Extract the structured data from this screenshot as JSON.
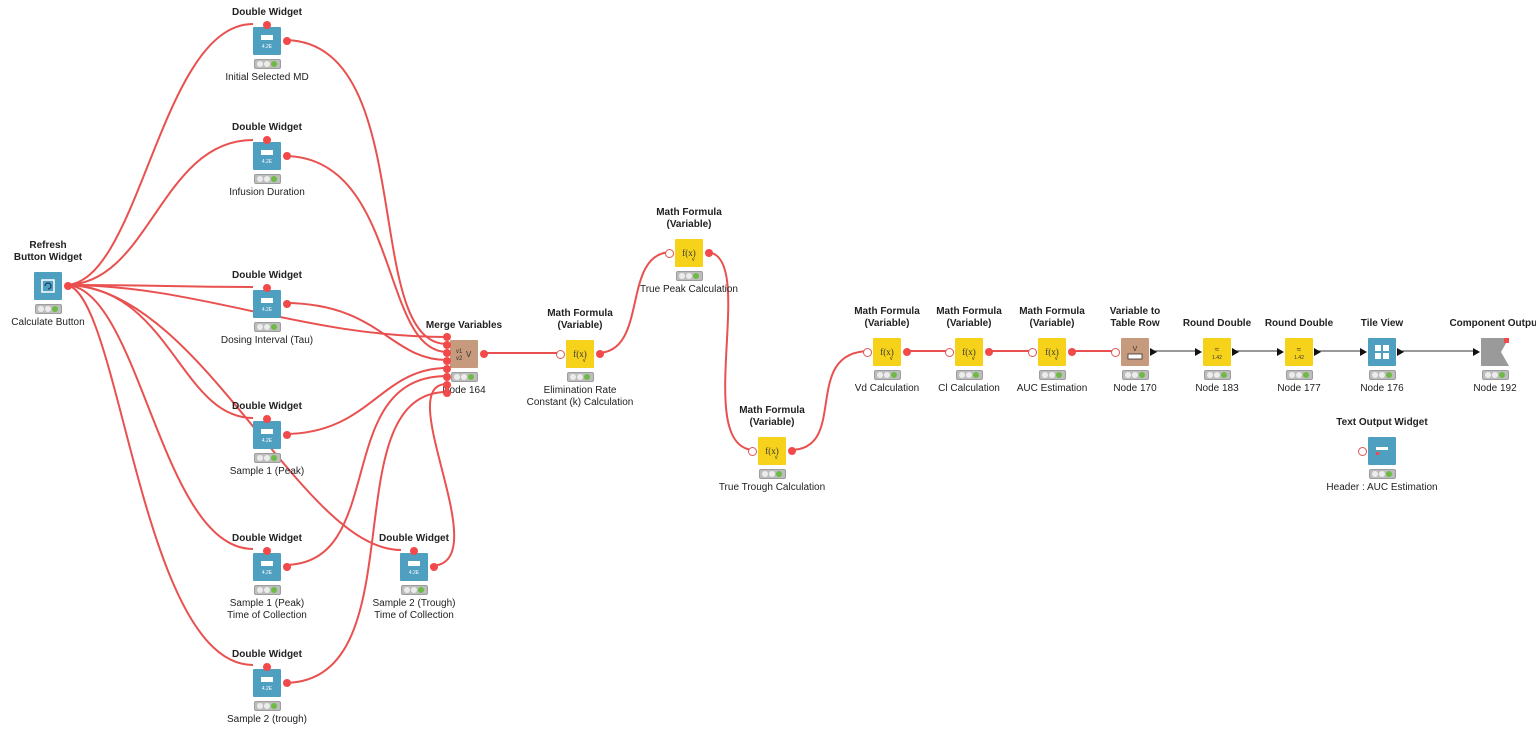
{
  "colors": {
    "flow_variable": "#e8514f",
    "data": "#333333",
    "widget": "#4f9fc0",
    "manipulator": "#f7d21a",
    "converter": "#c69a7c",
    "output": "#9a9a9a",
    "executed": "#6dbb45"
  },
  "nodes": {
    "refresh": {
      "title": "Refresh\nButton Widget",
      "label": "Calculate Button",
      "icon": "refresh-button-icon"
    },
    "dw1": {
      "title": "Double Widget",
      "label": "Initial Selected MD",
      "icon": "double-widget-icon"
    },
    "dw2": {
      "title": "Double Widget",
      "label": "Infusion Duration",
      "icon": "double-widget-icon"
    },
    "dw3": {
      "title": "Double Widget",
      "label": "Dosing Interval (Tau)",
      "icon": "double-widget-icon"
    },
    "dw4": {
      "title": "Double Widget",
      "label": "Sample 1 (Peak)",
      "icon": "double-widget-icon"
    },
    "dw5": {
      "title": "Double Widget",
      "label": "Sample 1 (Peak)\nTime of Collection",
      "icon": "double-widget-icon"
    },
    "dw6": {
      "title": "Double Widget",
      "label": "Sample 2 (trough)",
      "icon": "double-widget-icon"
    },
    "dw7": {
      "title": "Double Widget",
      "label": "Sample 2 (Trough)\nTime of Collection",
      "icon": "double-widget-icon"
    },
    "merge": {
      "title": "Merge Variables",
      "label": "Node 164",
      "icon": "merge-variables-icon"
    },
    "mf_elim": {
      "title": "Math Formula\n(Variable)",
      "label": "Elimination Rate\nConstant (k) Calculation",
      "icon": "math-formula-icon"
    },
    "mf_peak": {
      "title": "Math Formula\n(Variable)",
      "label": "True Peak Calculation",
      "icon": "math-formula-icon"
    },
    "mf_trough": {
      "title": "Math Formula\n(Variable)",
      "label": "True Trough Calculation",
      "icon": "math-formula-icon"
    },
    "mf_vd": {
      "title": "Math Formula\n(Variable)",
      "label": "Vd Calculation",
      "icon": "math-formula-icon"
    },
    "mf_cl": {
      "title": "Math Formula\n(Variable)",
      "label": "Cl Calculation",
      "icon": "math-formula-icon"
    },
    "mf_auc": {
      "title": "Math Formula\n(Variable)",
      "label": "AUC Estimation",
      "icon": "math-formula-icon"
    },
    "v2row": {
      "title": "Variable to\nTable Row",
      "label": "Node 170",
      "icon": "variable-to-row-icon"
    },
    "round1": {
      "title": "Round Double",
      "label": "Node 183",
      "icon": "round-double-icon"
    },
    "round2": {
      "title": "Round Double",
      "label": "Node 177",
      "icon": "round-double-icon"
    },
    "tile": {
      "title": "Tile View",
      "label": "Node 176",
      "icon": "tile-view-icon"
    },
    "compout": {
      "title": "Component Output",
      "label": "Node 192",
      "icon": "component-output-icon"
    },
    "textout": {
      "title": "Text Output Widget",
      "label": "Header : AUC Estimation",
      "icon": "text-output-icon"
    }
  }
}
